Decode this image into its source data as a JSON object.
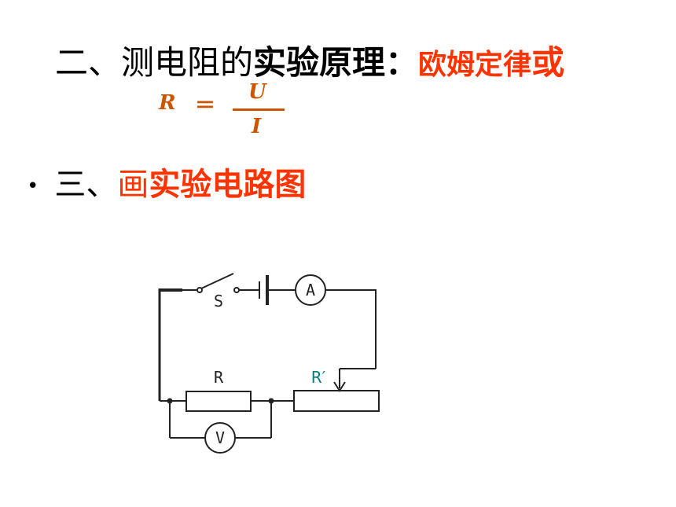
{
  "heading2": {
    "prefix": "二、测电阻的",
    "bold": "实验原理",
    "colon": "：",
    "law": "欧姆定律",
    "or": "或"
  },
  "formula": {
    "lhs": "R",
    "eq": "＝",
    "num": "U",
    "den": "I"
  },
  "heading3": {
    "bullet": "•",
    "prefix": "三、",
    "red1": "画",
    "red2": "实验电路图"
  },
  "circuit": {
    "switch_label": "S",
    "ammeter_label": "A",
    "voltmeter_label": "V",
    "resistor_label": "R",
    "rheostat_label": "R′"
  },
  "colors": {
    "accent": "#ff3300",
    "formula": "#cc5500",
    "rheostat_label": "#008080"
  }
}
